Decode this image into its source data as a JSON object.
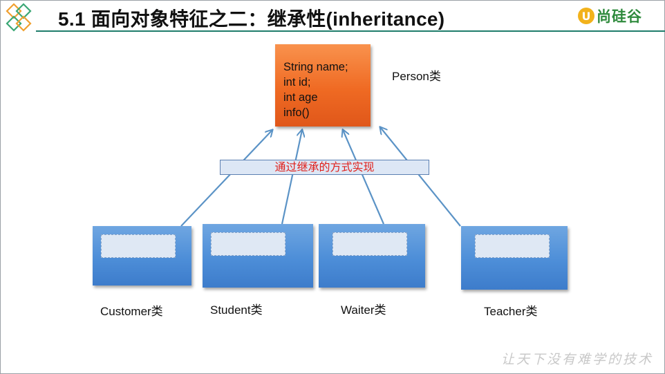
{
  "header": {
    "title": "5.1  面向对象特征之二：继承性(inheritance)",
    "logo_text": "尚硅谷",
    "logo_mark": "U"
  },
  "parent": {
    "fields": [
      "String name;",
      "int id;",
      "int age",
      "info()"
    ],
    "label": "Person类"
  },
  "banner": {
    "text": "通过继承的方式实现"
  },
  "children": [
    {
      "label": "Customer类"
    },
    {
      "label": "Student类"
    },
    {
      "label": "Waiter类"
    },
    {
      "label": "Teacher类"
    }
  ],
  "footer": {
    "slogan": "让天下没有难学的技术"
  },
  "colors": {
    "parent_box": "#ef6a23",
    "child_box": "#4d8ed8",
    "arrow": "#5b93c6",
    "banner_text": "#e0201b",
    "header_line": "#1e7d6b"
  }
}
